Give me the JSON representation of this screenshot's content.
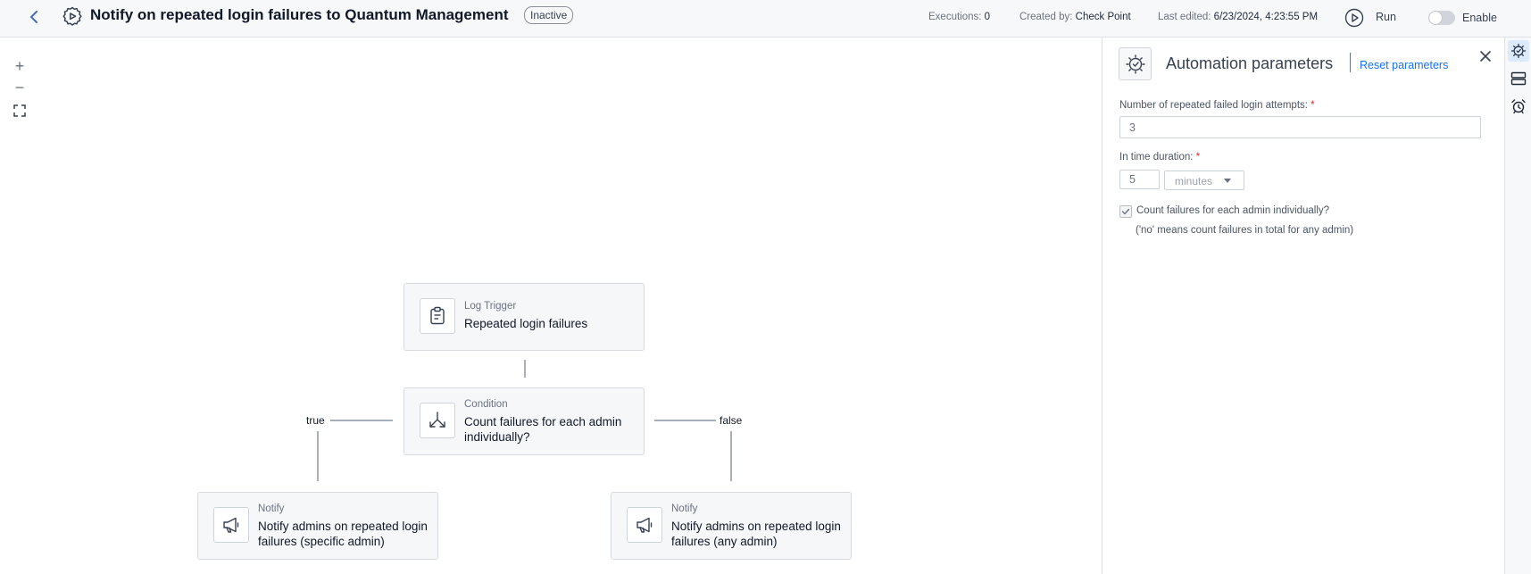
{
  "header": {
    "title": "Notify on repeated login failures to Quantum Management",
    "status": "Inactive",
    "executions_label": "Executions:",
    "executions_value": "0",
    "created_label": "Created by:",
    "created_value": "Check Point",
    "edited_label": "Last edited:",
    "edited_value": "6/23/2024, 4:23:55 PM",
    "run_label": "Run",
    "enable_label": "Enable",
    "enabled": false
  },
  "canvas": {
    "zoom_in": "+",
    "zoom_out": "−",
    "nodes": {
      "trigger": {
        "type": "Log Trigger",
        "label": "Repeated login failures",
        "icon": "clipboard-icon"
      },
      "condition": {
        "type": "Condition",
        "label": "Count failures for each admin individually?",
        "icon": "split-arrows-icon"
      },
      "notify_true": {
        "type": "Notify",
        "label": "Notify admins on repeated login failures (specific admin)",
        "icon": "megaphone-icon"
      },
      "notify_false": {
        "type": "Notify",
        "label": "Notify admins on repeated login failures (any admin)",
        "icon": "megaphone-icon"
      }
    },
    "edge_true": "true",
    "edge_false": "false"
  },
  "panel": {
    "title": "Automation parameters",
    "reset_label": "Reset parameters",
    "attempts_label": "Number of repeated failed login attempts:",
    "attempts_value": "3",
    "duration_label": "In time duration:",
    "duration_value": "5",
    "duration_unit": "minutes",
    "required_mark": "*",
    "checkbox_label": "Count failures for each admin individually?",
    "checkbox_hint": "('no' means count failures in total for any admin)",
    "checkbox_checked": true
  },
  "colors": {
    "accent": "#1a73e8",
    "required": "#dc2626",
    "edge": "#8a93a6",
    "node_bg": "#f6f7f9"
  }
}
